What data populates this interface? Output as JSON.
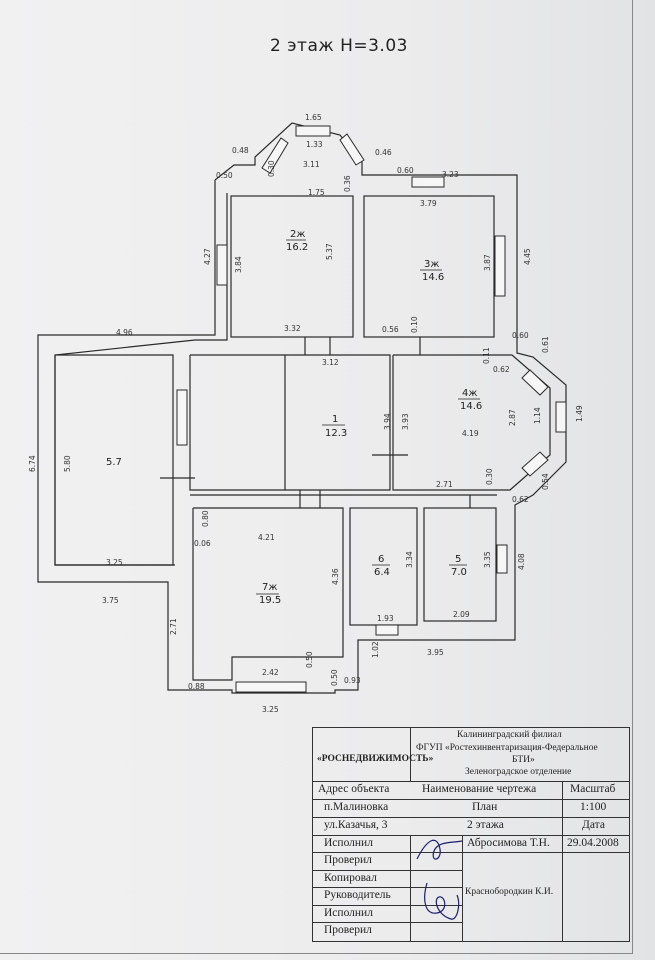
{
  "plan": {
    "title": "2 этаж Н=3.03",
    "rooms": [
      {
        "id": "2ж",
        "area": "16.2"
      },
      {
        "id": "3ж",
        "area": "14.6"
      },
      {
        "id": "1",
        "area": "12.3"
      },
      {
        "id": "4ж",
        "area": "14.6"
      },
      {
        "id": "",
        "area": "5.7"
      },
      {
        "id": "7ж",
        "area": "19.5"
      },
      {
        "id": "6",
        "area": "6.4"
      },
      {
        "id": "5",
        "area": "7.0"
      }
    ],
    "dims": [
      "1.65",
      "1.33",
      "0.48",
      "0.46",
      "0.30",
      "3.11",
      "0.36",
      "0.50",
      "0.60",
      "3.23",
      "1.75",
      "3.79",
      "4.27",
      "3.84",
      "5.37",
      "3.87",
      "4.45",
      "3.32",
      "0.56",
      "0.10",
      "0.60",
      "4.96",
      "3.12",
      "0.61",
      "0.11",
      "0.62",
      "6.74",
      "5.80",
      "3.94",
      "3.93",
      "4.19",
      "2.87",
      "1.14",
      "1.49",
      "0.30",
      "2.71",
      "0.54",
      "0.62",
      "0.80",
      "0.06",
      "4.21",
      "3.34",
      "3.35",
      "4.08",
      "3.25",
      "3.75",
      "4.36",
      "1.93",
      "2.09",
      "2.71",
      "1.02",
      "3.95",
      "2.42",
      "0.50",
      "0.88",
      "0.50",
      "0.93",
      "3.25"
    ]
  },
  "stamp": {
    "org": "«РОСНЕДВИЖИМОСТЬ»",
    "branch_1": "Калининградский филиал",
    "branch_2": "ФГУП «Ростехинвентаризация-Федеральное",
    "branch_3": "БТИ»",
    "branch_4": "Зеленоградское отделение",
    "h_address": "Адрес объекта",
    "h_name": "Наименование чертежа",
    "h_scale": "Масштаб",
    "addr_1": "п.Малиновка",
    "name_1": "План",
    "scale": "1:100",
    "addr_2": "ул.Казачья, 3",
    "name_2": "2 этажа",
    "h_date": "Дата",
    "r_ispolnil": "Исполнил",
    "ispolnil_name": "Абросимова Т.Н.",
    "date": "29.04.2008",
    "r_proveril": "Проверил",
    "r_kopiroval": "Копировал",
    "r_rukovoditel": "Руководитель",
    "rukovoditel_name": "Краснобородкин К.И.",
    "r_ispolnil2": "Исполнил",
    "r_proveril2": "Проверил"
  },
  "colors": {
    "ink": "#2a2a2a",
    "paper": "#eeeeef"
  }
}
